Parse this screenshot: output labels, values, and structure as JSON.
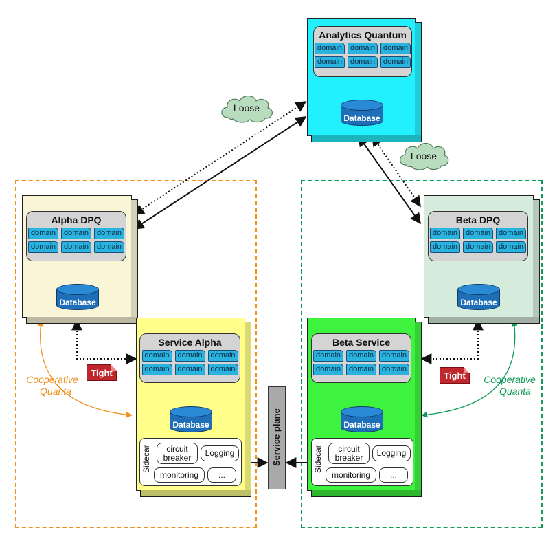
{
  "colors": {
    "analytics": "#22f0ff",
    "alpha_dpq": "#fbf5d8",
    "beta_dpq": "#d5ebdc",
    "service_alpha": "#ffff8a",
    "beta_service": "#3df33d",
    "orange": "#f0901e",
    "green": "#0f9a55"
  },
  "domain_label": "domain",
  "analytics": {
    "title": "Analytics Quantum",
    "db": "Database"
  },
  "alpha_dpq": {
    "title": "Alpha DPQ",
    "db": "Database"
  },
  "beta_dpq": {
    "title": "Beta DPQ",
    "db": "Database"
  },
  "service_alpha": {
    "title": "Service Alpha",
    "db": "Database"
  },
  "beta_service": {
    "title": "Beta Service",
    "db": "Database"
  },
  "sidecar": {
    "label": "Sidecar",
    "circuit_breaker_1": "circuit",
    "circuit_breaker_2": "breaker",
    "logging": "Logging",
    "monitoring": "monitoring",
    "more": "..."
  },
  "service_plane": "Service plane",
  "loose_label": "Loose",
  "tight_label": "Tight",
  "cooperative_1": "Cooperative",
  "cooperative_2": "Quanta"
}
